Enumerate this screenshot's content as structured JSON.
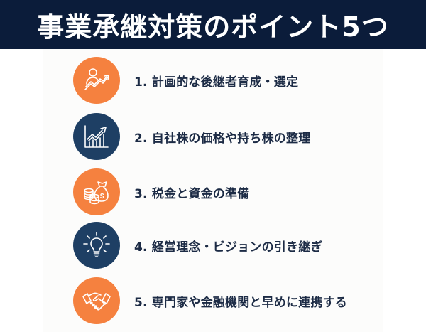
{
  "header": {
    "title": "事業承継対策のポイント5つ"
  },
  "colors": {
    "header_bg": "#0b1c3a",
    "orange": "#f5813f",
    "navy": "#1e3f64",
    "text": "#1c2b45"
  },
  "items": [
    {
      "label": "1. 計画的な後継者育成・選定",
      "icon": "person-growth-icon",
      "color": "orange"
    },
    {
      "label": "2. 自社株の価格や持ち株の整理",
      "icon": "chart-growth-icon",
      "color": "navy"
    },
    {
      "label": "3. 税金と資金の準備",
      "icon": "money-bag-coins-icon",
      "color": "orange"
    },
    {
      "label": "4. 経営理念・ビジョンの引き継ぎ",
      "icon": "lightbulb-icon",
      "color": "navy"
    },
    {
      "label": "5. 専門家や金融機関と早めに連携する",
      "icon": "handshake-icon",
      "color": "orange"
    }
  ]
}
